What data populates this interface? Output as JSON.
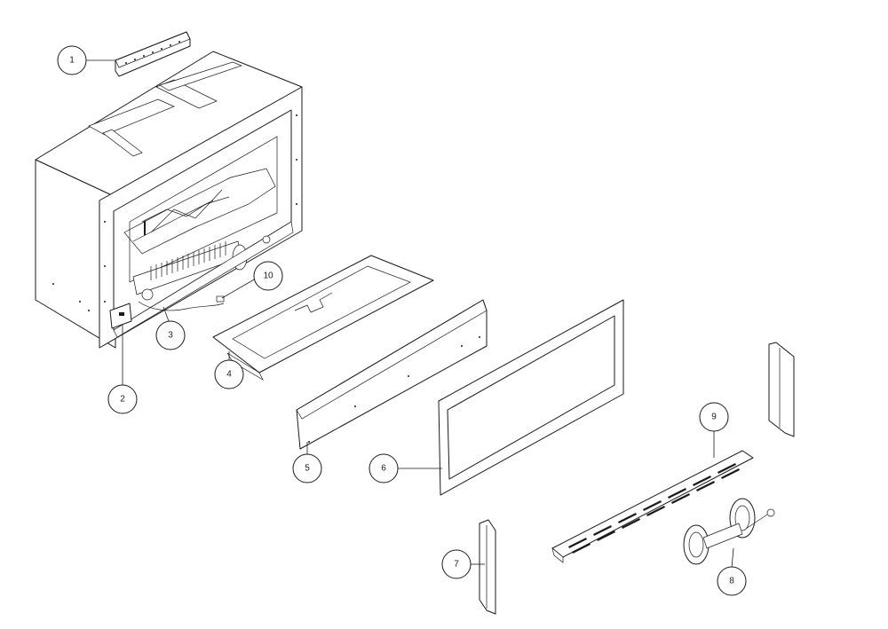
{
  "callouts": [
    {
      "id": "1",
      "label": "1"
    },
    {
      "id": "2",
      "label": "2"
    },
    {
      "id": "3",
      "label": "3"
    },
    {
      "id": "4",
      "label": "4"
    },
    {
      "id": "5",
      "label": "5"
    },
    {
      "id": "6",
      "label": "6"
    },
    {
      "id": "7",
      "label": "7"
    },
    {
      "id": "8",
      "label": "8"
    },
    {
      "id": "9",
      "label": "9"
    },
    {
      "id": "10",
      "label": "10"
    }
  ]
}
